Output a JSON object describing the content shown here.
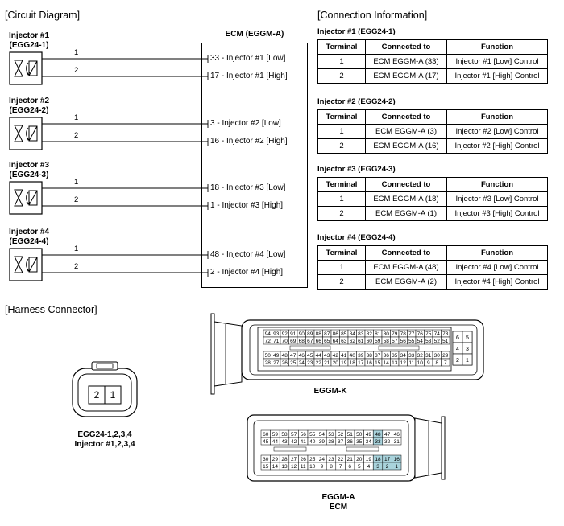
{
  "circuit": {
    "title": "[Circuit Diagram]",
    "ecm_title": "ECM (EGGM-A)",
    "injectors": [
      {
        "name": "Injector #1",
        "code": "(EGG24-1)",
        "pin1": "1",
        "pin2": "2",
        "ecm_low": "33 - Injector #1 [Low]",
        "ecm_high": "17 - Injector #1 [High]"
      },
      {
        "name": "Injector #2",
        "code": "(EGG24-2)",
        "pin1": "1",
        "pin2": "2",
        "ecm_low": "3 - Injector #2 [Low]",
        "ecm_high": "16 - Injector #2 [High]"
      },
      {
        "name": "Injector #3",
        "code": "(EGG24-3)",
        "pin1": "1",
        "pin2": "2",
        "ecm_low": "18 - Injector #3 [Low]",
        "ecm_high": "1 - Injector #3 [High]"
      },
      {
        "name": "Injector #4",
        "code": "(EGG24-4)",
        "pin1": "1",
        "pin2": "2",
        "ecm_low": "48 - Injector #4 [Low]",
        "ecm_high": "2 - Injector #4 [High]"
      }
    ]
  },
  "connection": {
    "title": "[Connection Information]",
    "headers": [
      "Terminal",
      "Connected to",
      "Function"
    ],
    "tables": [
      {
        "title": "Injector #1 (EGG24-1)",
        "rows": [
          [
            "1",
            "ECM EGGM-A (33)",
            "Injector #1 [Low] Control"
          ],
          [
            "2",
            "ECM EGGM-A (17)",
            "Injector #1 [High] Control"
          ]
        ]
      },
      {
        "title": "Injector #2 (EGG24-2)",
        "rows": [
          [
            "1",
            "ECM EGGM-A (3)",
            "Injector #2 [Low] Control"
          ],
          [
            "2",
            "ECM EGGM-A (16)",
            "Injector #2 [High] Control"
          ]
        ]
      },
      {
        "title": "Injector #3 (EGG24-3)",
        "rows": [
          [
            "1",
            "ECM EGGM-A (18)",
            "Injector #3 [Low] Control"
          ],
          [
            "2",
            "ECM EGGM-A (1)",
            "Injector #3 [High] Control"
          ]
        ]
      },
      {
        "title": "Injector #4 (EGG24-4)",
        "rows": [
          [
            "1",
            "ECM EGGM-A (48)",
            "Injector #4 [Low] Control"
          ],
          [
            "2",
            "ECM EGGM-A (2)",
            "Injector #4 [High] Control"
          ]
        ]
      }
    ]
  },
  "harness": {
    "title": "[Harness Connector]",
    "injector_connector": {
      "pins": [
        "2",
        "1"
      ],
      "caption1": "EGG24-1,2,3,4",
      "caption2": "Injector #1,2,3,4"
    },
    "eggm_k": {
      "caption": "EGGM-K",
      "rows": [
        [
          "94",
          "93",
          "92",
          "91",
          "90",
          "89",
          "88",
          "87",
          "86",
          "85",
          "84",
          "83",
          "82",
          "81",
          "80",
          "79",
          "78",
          "77",
          "76",
          "75",
          "74",
          "73"
        ],
        [
          "72",
          "71",
          "70",
          "69",
          "68",
          "67",
          "66",
          "65",
          "64",
          "63",
          "62",
          "61",
          "60",
          "59",
          "58",
          "57",
          "56",
          "55",
          "54",
          "53",
          "52",
          "51"
        ],
        [
          "50",
          "49",
          "48",
          "47",
          "46",
          "45",
          "44",
          "43",
          "42",
          "41",
          "40",
          "39",
          "38",
          "37",
          "36",
          "35",
          "34",
          "33",
          "32",
          "31",
          "30",
          "29"
        ],
        [
          "28",
          "27",
          "26",
          "25",
          "24",
          "23",
          "22",
          "21",
          "20",
          "19",
          "18",
          "17",
          "16",
          "15",
          "14",
          "13",
          "12",
          "11",
          "10",
          "9",
          "8",
          "7"
        ]
      ],
      "side": [
        [
          "6",
          "5"
        ],
        [
          "4",
          "3"
        ],
        [
          "2",
          "1"
        ]
      ]
    },
    "eggm_a": {
      "caption1": "EGGM-A",
      "caption2": "ECM",
      "highlight_color": "#a9d3dc",
      "highlight_pins": [
        "48",
        "33",
        "18",
        "17",
        "16",
        "3",
        "2",
        "1"
      ],
      "rows": [
        [
          "60",
          "59",
          "58",
          "57",
          "56",
          "55",
          "54",
          "53",
          "52",
          "51",
          "50",
          "49",
          "48",
          "47",
          "46"
        ],
        [
          "45",
          "44",
          "43",
          "42",
          "41",
          "40",
          "39",
          "38",
          "37",
          "36",
          "35",
          "34",
          "33",
          "32",
          "31"
        ],
        [
          "30",
          "29",
          "28",
          "27",
          "26",
          "25",
          "24",
          "23",
          "22",
          "21",
          "20",
          "19",
          "18",
          "17",
          "16"
        ],
        [
          "15",
          "14",
          "13",
          "12",
          "11",
          "10",
          "9",
          "8",
          "7",
          "6",
          "5",
          "4",
          "3",
          "2",
          "1"
        ]
      ]
    }
  }
}
